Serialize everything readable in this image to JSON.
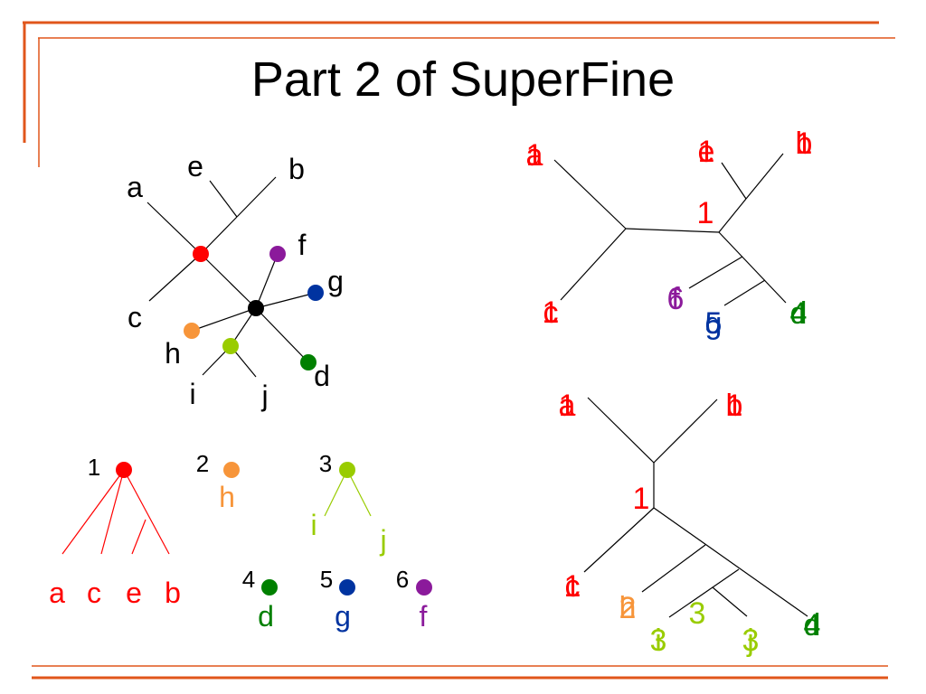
{
  "title": "Part 2 of SuperFine",
  "colors": {
    "frame": "#e0561b",
    "red": "#ff0000",
    "orange": "#f7953a",
    "lime": "#99cc00",
    "green": "#008000",
    "blue": "#0033a0",
    "purple": "#8b1a9b",
    "black": "#000000"
  },
  "tree_main": {
    "leaves": [
      "a",
      "e",
      "b",
      "f",
      "g",
      "c",
      "h",
      "i",
      "j",
      "d"
    ]
  },
  "components": [
    {
      "number": "1",
      "leaves": [
        "a",
        "c",
        "e",
        "b"
      ]
    },
    {
      "number": "2",
      "leaves": [
        "h"
      ]
    },
    {
      "number": "3",
      "leaves": [
        "i",
        "j"
      ]
    },
    {
      "number": "4",
      "leaves": [
        "d"
      ]
    },
    {
      "number": "5",
      "leaves": [
        "g"
      ]
    },
    {
      "number": "6",
      "leaves": [
        "f"
      ]
    }
  ],
  "tree_top_right": {
    "overlay_labels": [
      {
        "leaf": "a",
        "number": "1"
      },
      {
        "leaf": "e",
        "number": "1"
      },
      {
        "leaf": "b",
        "number": "1"
      },
      {
        "leaf": "c",
        "number": "1"
      },
      {
        "leaf": "f",
        "number": "6"
      },
      {
        "leaf": "g",
        "number": "5"
      },
      {
        "leaf": "d",
        "number": "4"
      }
    ],
    "internal_label": "1"
  },
  "tree_bottom_right": {
    "overlay_labels": [
      {
        "leaf": "a",
        "number": "1"
      },
      {
        "leaf": "b",
        "number": "1"
      },
      {
        "leaf": "c",
        "number": "1"
      },
      {
        "leaf": "h",
        "number": "2"
      },
      {
        "leaf": "i",
        "number": "3"
      },
      {
        "leaf": "j",
        "number": "3"
      },
      {
        "leaf": "d",
        "number": "4"
      }
    ],
    "internal_labels": [
      "1",
      "3"
    ]
  }
}
